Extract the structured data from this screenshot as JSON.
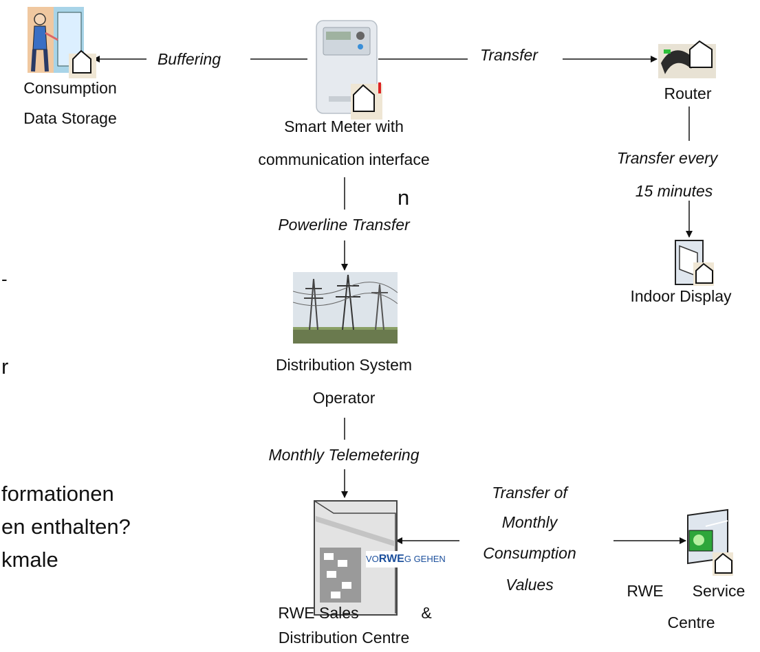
{
  "nodes": {
    "storage": {
      "line1": "Consumption",
      "line2": "Data Storage"
    },
    "meter": {
      "line1": "Smart Meter with",
      "line2": "communication interface"
    },
    "router": {
      "line1": "Router"
    },
    "display": {
      "line1": "Indoor Display"
    },
    "dso": {
      "line1": "Distribution System",
      "line2": "Operator"
    },
    "sales": {
      "line1": "RWE Sales",
      "amp": "&",
      "line2": "Distribution Centre",
      "logo_pre": "VO",
      "logo_mid": "RWE",
      "logo_post": "G GEHEN"
    },
    "service": {
      "line1": "RWE",
      "line1b": "Service",
      "line2": "Centre"
    }
  },
  "edges": {
    "buffering": "Buffering",
    "transfer": "Transfer",
    "every_1": "Transfer every",
    "every_2": "15  minutes",
    "powerline": "Powerline Transfer",
    "telemetering": "Monthly Telemetering",
    "monthly_1": "Transfer of",
    "monthly_2": "Monthly",
    "monthly_3": "Consumption",
    "monthly_4": "Values"
  },
  "background_text": {
    "line_a": "n",
    "line_b": "-",
    "line_c": "r",
    "line_d": "formationen",
    "line_e": "en enthalten?",
    "line_f": "kmale"
  },
  "colors": {
    "line": "#111111",
    "logo_blue": "#1b4f9c"
  }
}
